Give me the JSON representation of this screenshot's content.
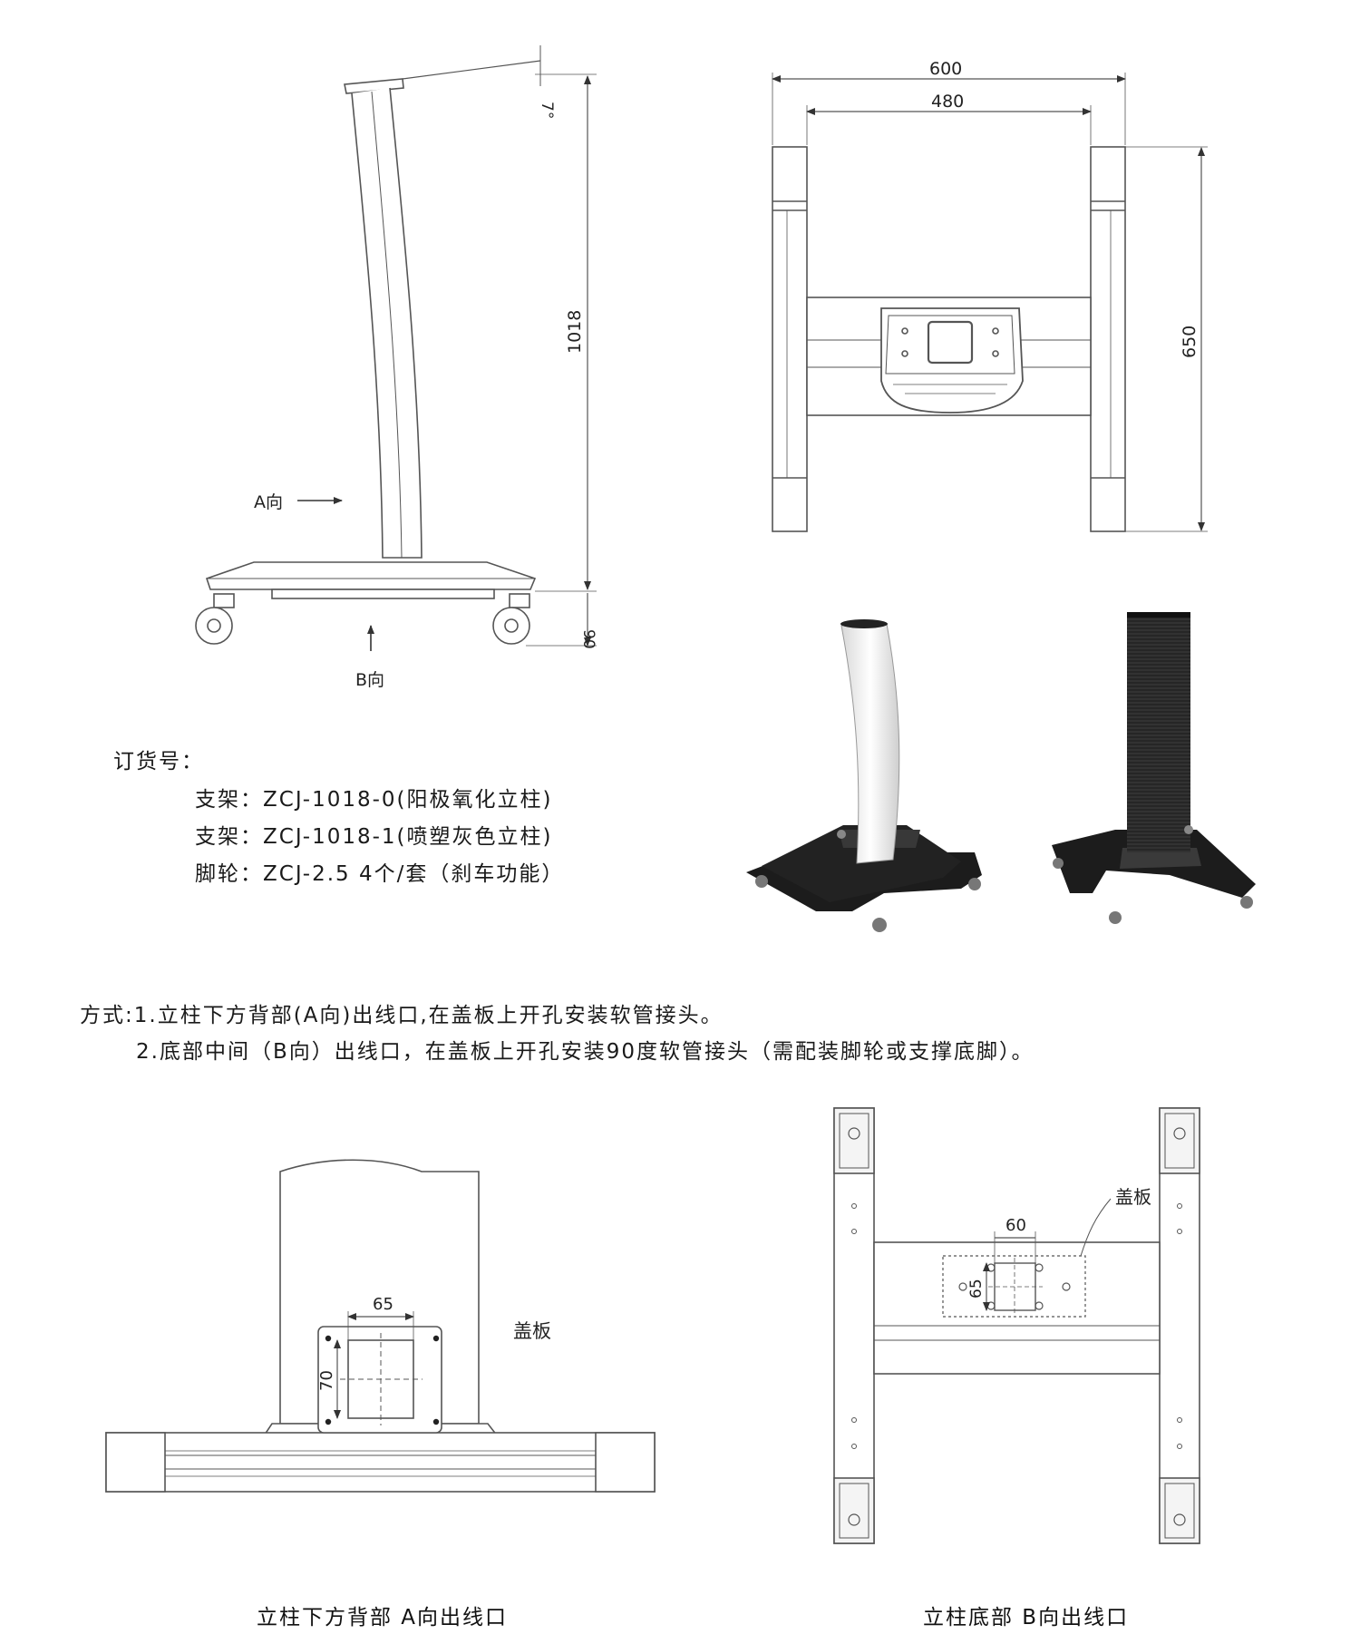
{
  "side_view": {
    "angle_label": "7°",
    "height_label": "1018",
    "caster_height_label": "90",
    "direction_a_label": "A向",
    "direction_b_label": "B向"
  },
  "front_view": {
    "width_outer_label": "600",
    "width_inner_label": "480",
    "depth_label": "650"
  },
  "order_info": {
    "title": "订货号：",
    "lines": [
      "支架：ZCJ-1018-0(阳极氧化立柱)",
      "支架：ZCJ-1018-1(喷塑灰色立柱)",
      "脚轮：ZCJ-2.5 4个/套（刹车功能）"
    ]
  },
  "methods": [
    "方式:1.立柱下方背部(A向)出线口,在盖板上开孔安装软管接头。",
    "2.底部中间（B向）出线口，在盖板上开孔安装90度软管接头（需配装脚轮或支撑底脚）。"
  ],
  "detail_a": {
    "width_label": "65",
    "height_label": "70",
    "cover_label": "盖板",
    "caption": "立柱下方背部 A向出线口"
  },
  "detail_b": {
    "width_label": "60",
    "height_label": "65",
    "cover_label": "盖板",
    "caption": "立柱底部 B向出线口"
  },
  "colors": {
    "line": "#555555",
    "dark_frame": "#1c1c1c",
    "white_column": "#eeeeee",
    "black_column": "#262626"
  }
}
